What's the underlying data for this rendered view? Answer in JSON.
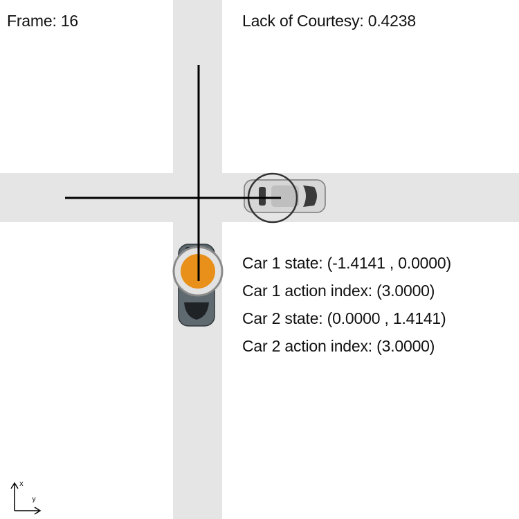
{
  "frame": {
    "label": "Frame:",
    "value": "16",
    "text": "Frame: 16"
  },
  "courtesy": {
    "label": "Lack of Courtesy:",
    "value": "0.4238",
    "text": "Lack of Courtesy: 0.4238"
  },
  "car1": {
    "state_text": "Car 1 state: (-1.4141 , 0.0000)",
    "state": [
      -1.4141,
      0.0
    ],
    "action_text": "Car 1 action index: (3.0000)",
    "action_index": 3.0,
    "body_color": "#5f6a70",
    "marker_color": "#e8901a",
    "icon": "top-down-car-icon"
  },
  "car2": {
    "state_text": "Car 2 state: (0.0000 , 1.4141)",
    "state": [
      0.0,
      1.4141
    ],
    "action_text": "Car 2 action index: (3.0000)",
    "action_index": 3.0,
    "body_color": "#d4d4d4",
    "icon": "top-down-car-icon"
  },
  "axes": {
    "x_label": "x",
    "y_label": "y"
  },
  "colors": {
    "road": "#e5e5e5",
    "background": "#ffffff",
    "line": "#000000"
  }
}
